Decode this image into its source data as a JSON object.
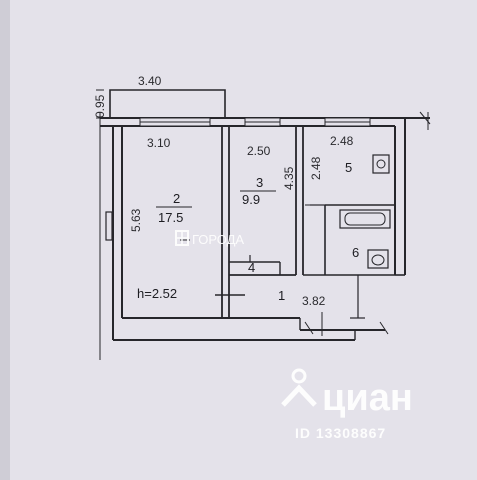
{
  "plan": {
    "dimensions": {
      "top_outer": "3.40",
      "left_bay": "0.95",
      "room2_width": "3.10",
      "room3_width": "2.50",
      "room5_width": "2.48",
      "room3_depth": "4.35",
      "room5_depth": "2.48",
      "room2_depth": "5.63",
      "corridor_length": "3.82",
      "ceiling_height": "h=2.52"
    },
    "rooms": [
      {
        "number": "2",
        "area": "17.5"
      },
      {
        "number": "3",
        "area": "9.9"
      },
      {
        "number": "4",
        "area": ""
      },
      {
        "number": "1",
        "area": ""
      },
      {
        "number": "5",
        "area": ""
      },
      {
        "number": "6",
        "area": ""
      }
    ]
  },
  "watermarks": {
    "gorod": "ГОРОДА",
    "brand": "циан",
    "listing_id": "ID 13308867"
  },
  "colors": {
    "background": "#e4e2ea",
    "wall": "#26262b",
    "watermark": "#ffffff"
  }
}
